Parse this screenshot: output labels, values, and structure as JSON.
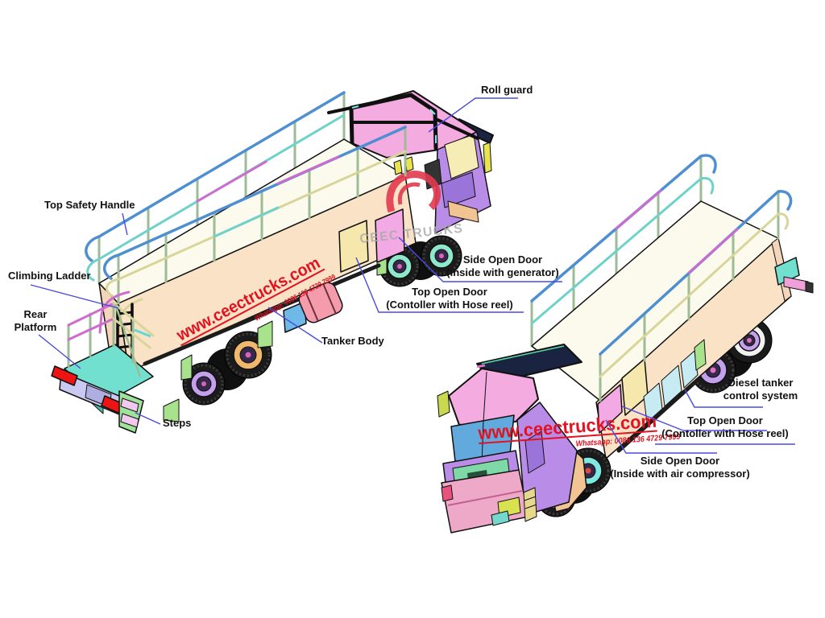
{
  "labels": {
    "roll_guard": "Roll guard",
    "top_safety_handle": "Top Safety Handle",
    "climbing_ladder": "Climbing Ladder",
    "rear_platform_1": "Rear",
    "rear_platform_2": "Platform",
    "steps": "Steps",
    "side_open_door_generator_1": "Side Open Door",
    "side_open_door_generator_2": "(Inside with generator)",
    "top_open_door_left_1": "Top Open Door",
    "top_open_door_left_2": "(Contoller with Hose reel)",
    "tanker_body": "Tanker Body",
    "diesel_control_1": "Diesel tanker",
    "diesel_control_2": "control system",
    "top_open_door_right_1": "Top Open Door",
    "top_open_door_right_2": "(Contoller with Hose reel)",
    "side_open_door_air_1": "Side Open Door",
    "side_open_door_air_2": "(Inside with air compressor)"
  },
  "watermarks": {
    "site_url": "www.ceectrucks.com",
    "whatsapp": "Whatsapp: 0086 136 4729 7999",
    "brand": "CEEC TRUCKS"
  },
  "colors": {
    "tank_top": "#FCFAEC",
    "tank_side": "#F9E2C6",
    "tank_rear": "#F3D5BA",
    "cab_pink": "#F3ABE0",
    "cab_purple": "#B98CE8",
    "window_violet": "#9B74DA",
    "window_cream": "#F6ECB5",
    "windshield": "#62A9DE",
    "grille_green": "#7FD9A6",
    "teal": "#72E0CE",
    "rim_teal": "#8FE8CC",
    "rim_purple": "#C3A1EC",
    "rim_orange": "#F0B86C",
    "door_cream": "#F6E8AC",
    "door_pink": "#F2A9E4",
    "comp_blue": "#C7EBF2",
    "fender_green": "#A8E28C",
    "fender_orange": "#F3C493",
    "fuel_pink": "#F59CAC",
    "box_blue": "#6FB9E8",
    "bumper_lav": "#C9C9F2",
    "bumper_pink": "#EFA9C8",
    "red": "#EE1414",
    "wm_red": "#E21220",
    "leader": "#4A4ADF",
    "rail_blue": "#4E8FD2",
    "rail_yellow": "#D8D59A",
    "rail_teal": "#6FD2CA",
    "rail_magenta": "#CE6BCE",
    "post": "#9DBB95",
    "gray_wm": "#A9A9A9",
    "swoosh": "#E23A4E",
    "steps_green": "#9FE39B",
    "steps_pink": "#F2C8EE",
    "spoiler": "#1A2340"
  }
}
